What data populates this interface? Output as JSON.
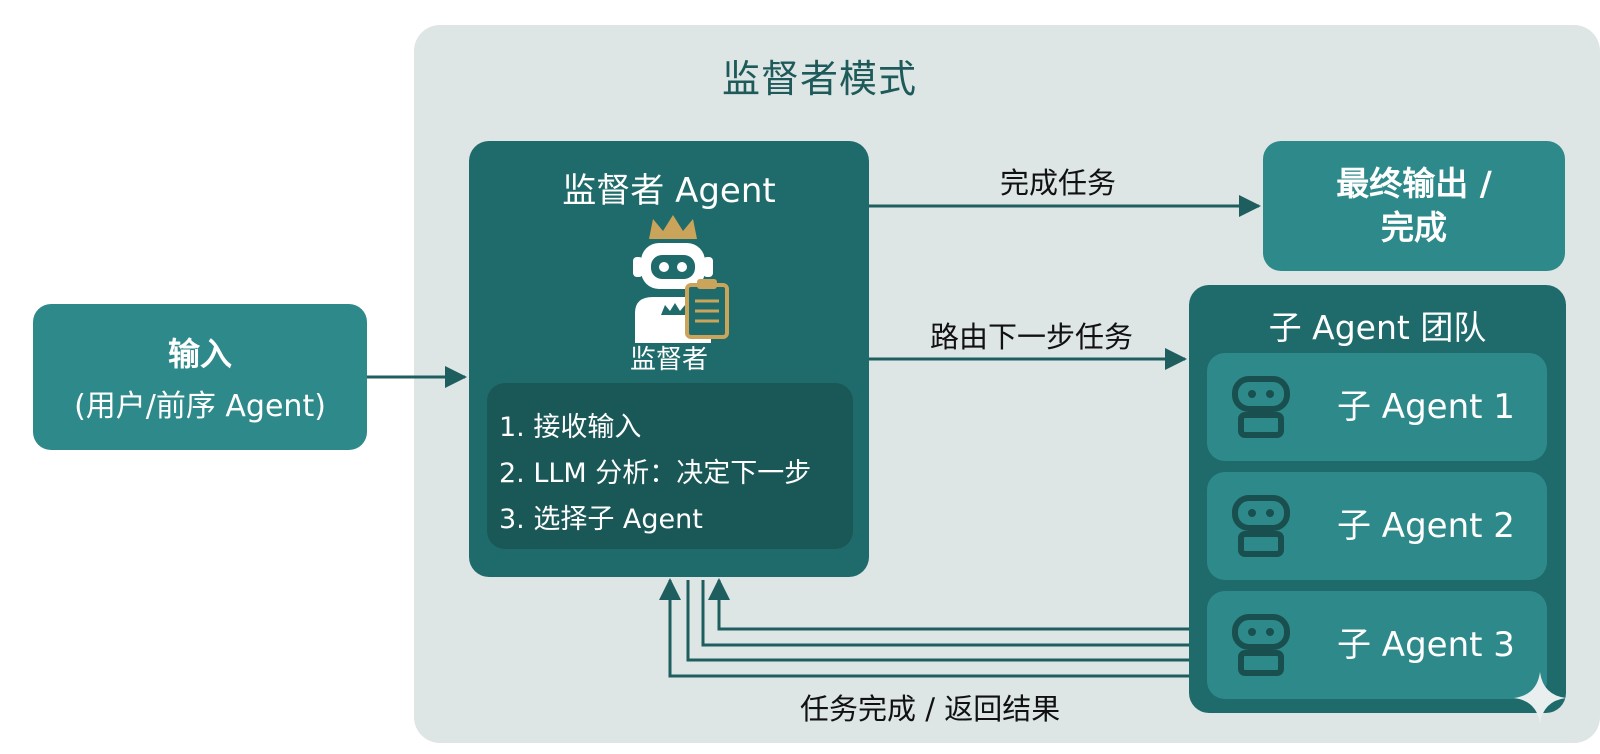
{
  "panel": {
    "title": "监督者模式"
  },
  "input": {
    "title": "输入",
    "subtitle": "(用户/前序 Agent)"
  },
  "supervisor": {
    "title": "监督者 Agent",
    "icon_label": "监督者",
    "steps": [
      "1. 接收输入",
      "2. LLM 分析：决定下一步",
      "3. 选择子 Agent"
    ]
  },
  "final_output": {
    "line1": "最终输出 /",
    "line2": "完成"
  },
  "team": {
    "title": "子 Agent 团队",
    "agents": [
      "子 Agent 1",
      "子 Agent 2",
      "子 Agent 3"
    ]
  },
  "edges": {
    "complete_task": "完成任务",
    "route_next": "路由下一步任务",
    "return_result": "任务完成 / 返回结果"
  },
  "colors": {
    "panel_bg": "#dde5e5",
    "teal_light": "#2e8a8a",
    "teal_dark": "#1f6b6b",
    "teal_darkest": "#1a5757",
    "arrow": "#1f5e5e",
    "crown": "#c9a45a"
  },
  "icons": [
    "crown-icon",
    "robot-icon",
    "clipboard-icon",
    "sparkle-icon"
  ]
}
